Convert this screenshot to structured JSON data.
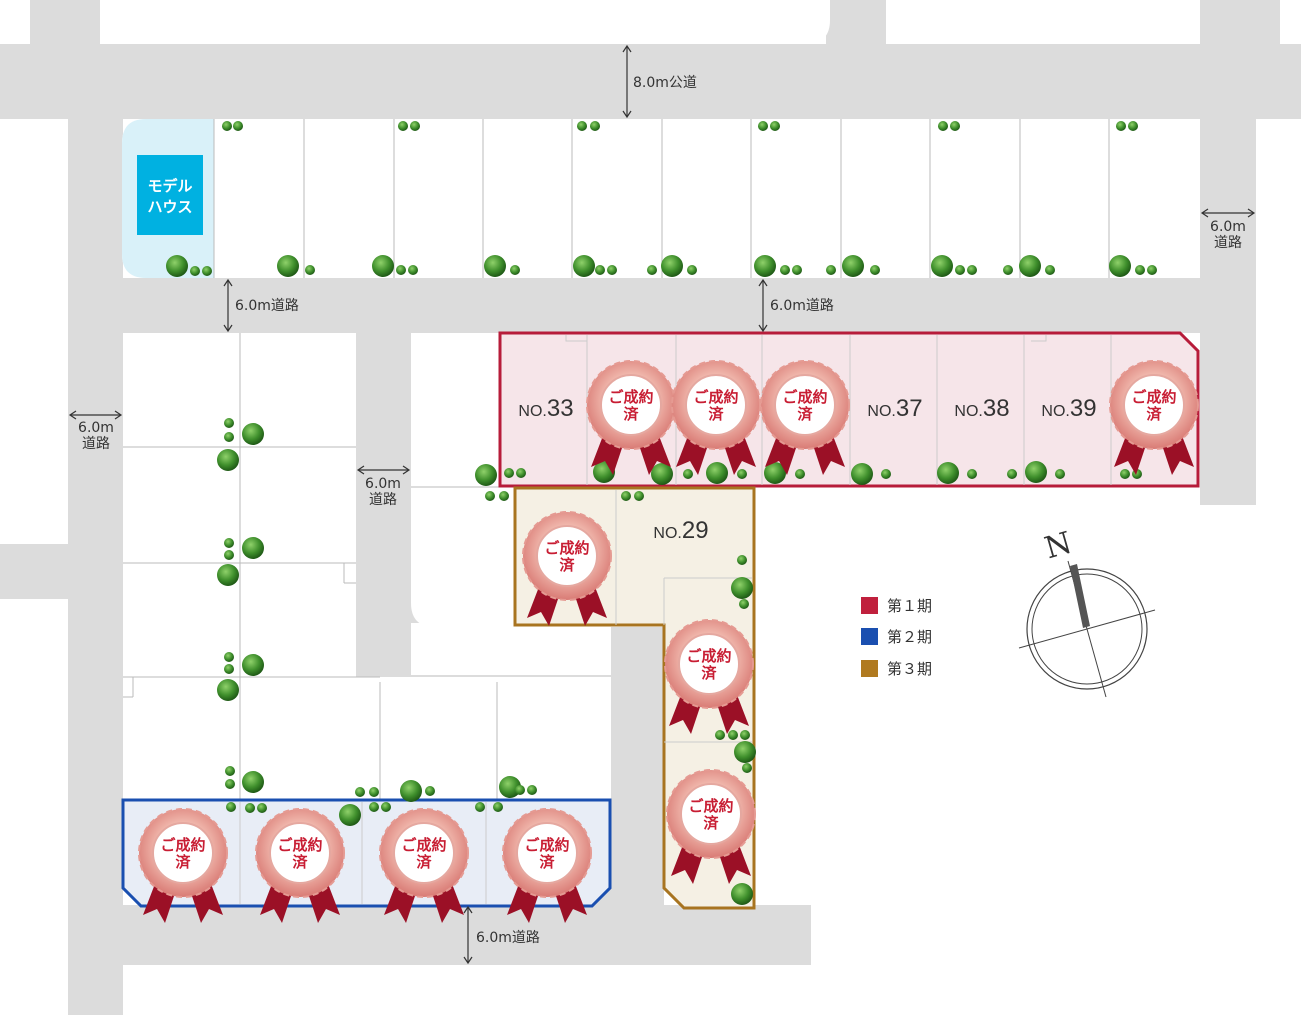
{
  "roads": {
    "public_road_top": "8.0m公道",
    "road_mid_left": "6.0m道路",
    "road_mid_right": "6.0m道路",
    "road_right": "6.0m\n道路",
    "road_left": "6.0m\n道路",
    "road_center": "6.0m\n道路",
    "road_bottom": "6.0m道路"
  },
  "model_house": {
    "label_line1": "モデル",
    "label_line2": "ハウス",
    "color": "#00b1e1"
  },
  "lots": [
    {
      "prefix": "NO.",
      "number": "33"
    },
    {
      "prefix": "NO.",
      "number": "37"
    },
    {
      "prefix": "NO.",
      "number": "38"
    },
    {
      "prefix": "NO.",
      "number": "39"
    },
    {
      "prefix": "NO.",
      "number": "29"
    }
  ],
  "sold_badge": {
    "line1": "ご成約",
    "line2": "済"
  },
  "legend": [
    {
      "label": "第１期",
      "color": "#c0203d"
    },
    {
      "label": "第２期",
      "color": "#1a4fb0"
    },
    {
      "label": "第３期",
      "color": "#b07a20"
    }
  ],
  "compass": {
    "label": "N"
  },
  "colors": {
    "road": "#dcdcdc",
    "phase1_fill": "#f6e5e9",
    "phase2_fill": "#e8edf6",
    "phase3_fill": "#f5f0e4",
    "tree": "#3c8a2e"
  }
}
